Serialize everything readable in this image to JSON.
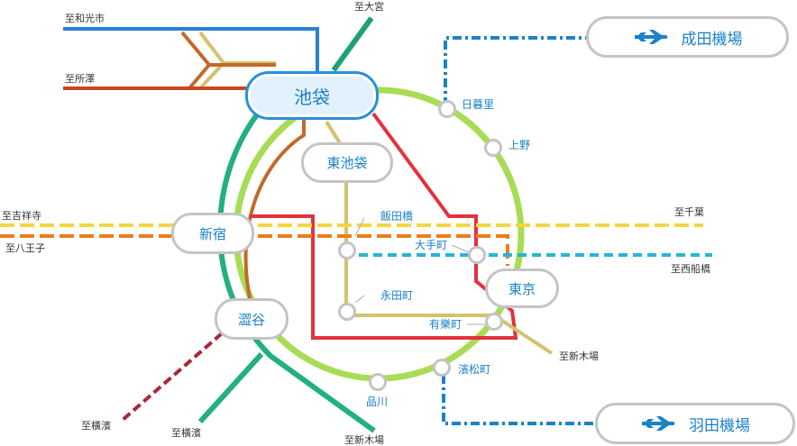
{
  "colors": {
    "jr_circle": "#a8dc55",
    "jr_east_teal": "#22b07e",
    "saikyo_green": "#1fa076",
    "line_blue": "#2a80d6",
    "line_khaki": "#d2c36c",
    "line_orange_brown": "#c26a2a",
    "line_red_orange": "#c84622",
    "marunouchi_red": "#e3313d",
    "chuo_yellow": "#f3d73e",
    "chuo_orange": "#ea7d1f",
    "tozai_cyan": "#28b5d5",
    "airport_blue": "#1b82c7",
    "yokohama_maroon": "#a8283a",
    "hub_main_border": "#2a8fdc",
    "hub_border": "#c4c4c4",
    "station_text": "#1a80c8"
  },
  "hubs": {
    "ikebukuro": "池袋",
    "higashi_ikebukuro": "東池袋",
    "shinjuku": "新宿",
    "shibuya": "澀谷",
    "tokyo": "東京"
  },
  "airports": {
    "narita": {
      "label": "成田機場",
      "icon": "airplane-icon"
    },
    "haneda": {
      "label": "羽田機場",
      "icon": "airplane-icon"
    }
  },
  "stations": {
    "nippori": "日暮里",
    "ueno": "上野",
    "iidabashi": "飯田橋",
    "otemachi": "大手町",
    "nagatacho": "永田町",
    "yurakucho": "有樂町",
    "hamamatsucho": "濱松町",
    "shinagawa": "品川"
  },
  "directions": {
    "wakoshi": "至和光市",
    "omiya": "至大宮",
    "tokorozawa": "至所澤",
    "kichijoji": "至吉祥寺",
    "hachioji": "至八王子",
    "chiba": "至千葉",
    "nishifunabashi": "至西船橋",
    "shinkiba_tokyo": "至新木場",
    "yokohama_left": "至橫濱",
    "yokohama_mid": "至橫濱",
    "shinkiba_bottom": "至新木場"
  }
}
